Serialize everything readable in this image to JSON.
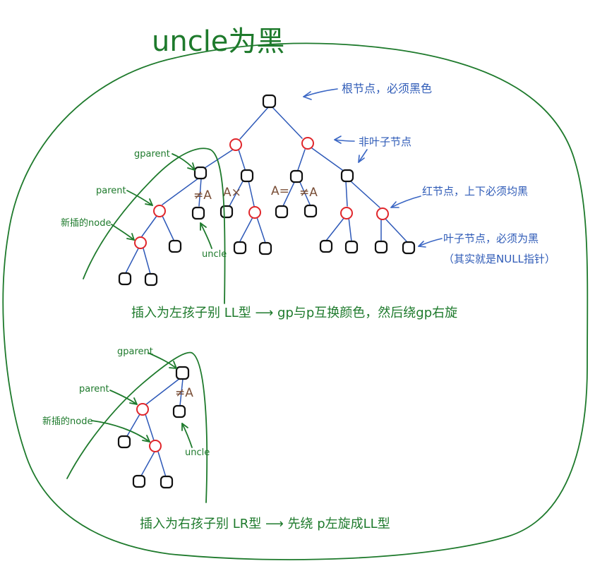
{
  "title": "uncle为黑",
  "colors": {
    "green": "#1e7a2c",
    "blue": "#2f5bb7",
    "red": "#e0262b",
    "black": "#111111",
    "brown": "#7a4f38"
  },
  "annotations": {
    "root": "根节点，必须黑色",
    "internal": "非叶子节点",
    "red_rule": "红节点，上下必须均黑",
    "leaf_line1": "叶子节点，必须为黑",
    "leaf_line2": "（其实就是NULL指针）"
  },
  "labels": {
    "gparent": "gparent",
    "parent": "parent",
    "new_node": "新插的node",
    "uncle": "uncle",
    "not_a": "≠A",
    "a_x": "A×",
    "a_eq": "A=",
    "not_a2": "≠A"
  },
  "case1": {
    "text": "插入为左孩子别 LL型 ⟶ gp与p互换颜色，然后绕gp右旋"
  },
  "case2": {
    "text": "插入为右孩子别 LR型 ⟶ 先绕 p左旋成LL型"
  }
}
